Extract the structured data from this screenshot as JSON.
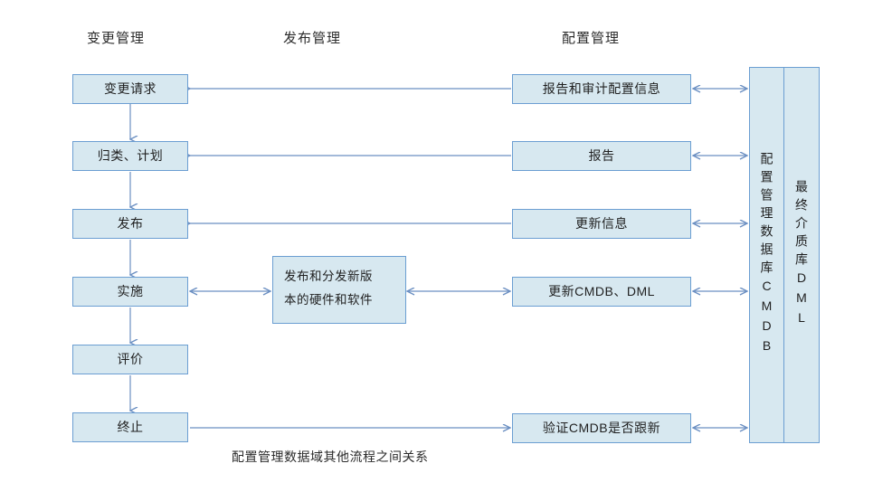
{
  "diagram": {
    "caption": "配置管理数据域其他流程之间关系",
    "colors": {
      "node_fill": "#d7e8f0",
      "node_border": "#6b9ed2",
      "connector": "#6b8fc2",
      "text": "#1f1f1f"
    },
    "column_headers": [
      {
        "id": "change-management",
        "label": "变更管理"
      },
      {
        "id": "release-management",
        "label": "发布管理"
      },
      {
        "id": "configuration-management",
        "label": "配置管理"
      }
    ],
    "change_management_nodes": [
      {
        "id": "change-request",
        "label": "变更请求"
      },
      {
        "id": "classify-plan",
        "label": "归类、计划"
      },
      {
        "id": "release",
        "label": "发布"
      },
      {
        "id": "implement",
        "label": "实施"
      },
      {
        "id": "evaluate",
        "label": "评价"
      },
      {
        "id": "terminate",
        "label": "终止"
      }
    ],
    "release_management_nodes": [
      {
        "id": "distribute-new-version",
        "line1": "发布和分发新版",
        "line2": "本的硬件和软件"
      }
    ],
    "configuration_management_nodes": [
      {
        "id": "report-audit-config-info",
        "label": "报告和审计配置信息"
      },
      {
        "id": "report",
        "label": "报告"
      },
      {
        "id": "update-info",
        "label": "更新信息"
      },
      {
        "id": "update-cmdb-dml",
        "label": "更新CMDB、DML"
      },
      {
        "id": "verify-cmdb-updated",
        "label": "验证CMDB是否跟新"
      }
    ],
    "repositories": [
      {
        "id": "cmdb",
        "label": "配置管理数据库CMDB"
      },
      {
        "id": "dml",
        "label": "最终介质库DML"
      }
    ]
  }
}
